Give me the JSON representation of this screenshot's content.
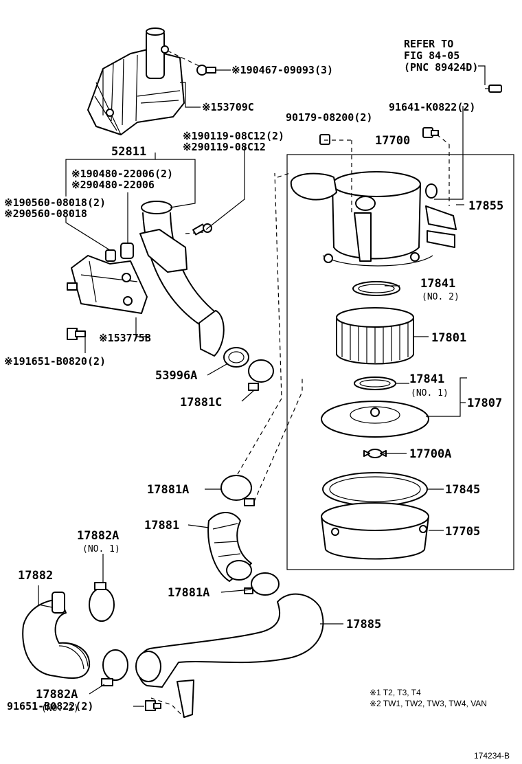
{
  "labels": {
    "refer_to": "REFER TO",
    "fig_ref": "FIG 84-05",
    "pnc_ref": "(PNC 89424D)",
    "bolt_190467": "※190467-09093(3)",
    "shield_153709c": "※153709C",
    "bolt_190119_1": "※190119-08C12(2)",
    "bolt_290119_2": "※290119-08C12",
    "nut_90179": "90179-08200(2)",
    "bolt_91641": "91641-K0822(2)",
    "p17700": "17700",
    "p52811": "52811",
    "p190480_1": "※190480-22006(2)",
    "p290480_2": "※290480-22006",
    "p190560_1": "※190560-08018(2)",
    "p290560_2": "※290560-08018",
    "p17855": "17855",
    "p17841_a": "17841",
    "p17841_a_note": "(NO. 2)",
    "p17801": "17801",
    "p153775b": "※153775B",
    "p191651": "※191651-B0820(2)",
    "p53996a": "53996A",
    "p17841_b": "17841",
    "p17841_b_note": "(NO. 1)",
    "p17807": "17807",
    "p17881c": "17881C",
    "p17700a": "17700A",
    "p17881a_top": "17881A",
    "p17845": "17845",
    "p17881": "17881",
    "p17705": "17705",
    "p17882a_top": "17882A",
    "p17882a_top_note": "(NO. 1)",
    "p17882": "17882",
    "p17881a_bot": "17881A",
    "p17885": "17885",
    "p17882a_bot": "17882A",
    "p17882a_bot_note": "(NO. 2)",
    "bolt_91651": "91651-B0822(2)",
    "note1": "※1 T2, T3, T4",
    "note2": "※2 TW1, TW2, TW3, TW4, VAN",
    "figure_id": "174234-B"
  }
}
